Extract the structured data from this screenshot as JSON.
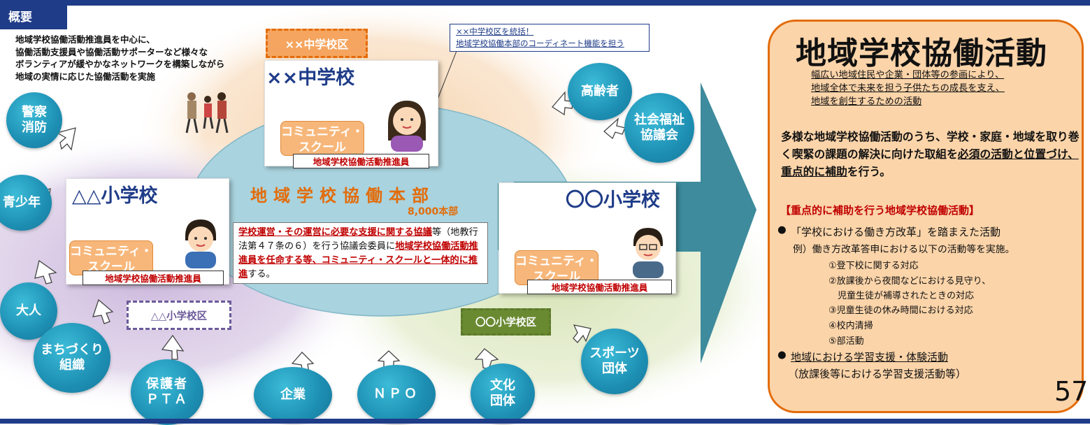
{
  "header": {
    "label": "概要"
  },
  "intro": {
    "lines": [
      "地域学校協働活動推進員を中心に、",
      "協働活動支援員や協働活動サポーターなど様々な",
      "ボランティアが緩やかなネットワークを構築しながら",
      "地域の実情に応じた協働活動を実施"
    ]
  },
  "callout": {
    "lines": [
      "××中学校区を統括！",
      "地域学校協働本部のコーディネート機能を担う"
    ]
  },
  "hq": {
    "title": "地域学校協働本部",
    "count": "8,000本部",
    "desc_parts": [
      "学校運営・その運営に必要な支援に関する協議",
      "等（地教行法第４７条の６）を行う協議会委員に",
      "地域学校協働活動推進員を任命する等、コミュニティ・スクールと一体的に推進",
      "する。"
    ]
  },
  "districts": {
    "middle": "××中学校区",
    "triangle": "△△小学校区",
    "circle": "〇〇小学校区"
  },
  "schools": {
    "middle": {
      "title": "××中学校",
      "cs": "コミュニティ・スクール",
      "promoter": "地域学校協働活動推進員"
    },
    "triangle": {
      "title": "△△小学校",
      "cs": "コミュニティ・スクール",
      "promoter": "地域学校協働活動推進員"
    },
    "circle": {
      "title": "〇〇小学校",
      "cs": "コミュニティ・スクール",
      "promoter": "地域学校協働活動推進員"
    }
  },
  "bubbles": {
    "police": "警察\n消防",
    "youth": "青少年",
    "adult": "大人",
    "town": "まちづくり\n組織",
    "pta": "保護者\nＰＴＡ",
    "company": "企業",
    "npo": "ＮＰＯ",
    "culture": "文化\n団体",
    "sports": "スポーツ\n団体",
    "welfare": "社会福祉\n協議会",
    "elderly": "高齢者"
  },
  "right_panel": {
    "title": "地域学校協働活動",
    "subtitle_lines": [
      "幅広い地域住民や企業・団体等の参画により、",
      "地域全体で未来を担う子供たちの成長を支え、",
      "地域を創生するための活動"
    ],
    "main_parts": [
      "多様な地域学校協働活動のうち、学校・家庭・地域を取り巻く喫緊の課題の解決に向けた取組を",
      "必須の活動と位置づけ、重点的に補助",
      "を行う。"
    ],
    "focus_heading": "【重点的に補助を行う地域学校協働活動】",
    "bullet1": "「学校における働き方改革」を踏まえた活動",
    "bullet1_example": "例）働き方改革答申における以下の活動等を実施。",
    "items": [
      "①登下校に関する対応",
      "②放課後から夜間などにおける見守り、",
      "　児童生徒が補導されたときの対応",
      "③児童生徒の休み時間における対応",
      "④校内清掃",
      "⑤部活動"
    ],
    "bullet2": "地域における学習支援・体験活動",
    "bullet2_sub": "（放課後等における学習支援活動等）",
    "bullet_mark": "●",
    "page_number": "57"
  },
  "colors": {
    "navy": "#1f3c88",
    "bubble": "#1d8fb3",
    "accent_orange": "#e36c0a",
    "panel_fill": "#fbd4a9",
    "red": "#c00000"
  }
}
